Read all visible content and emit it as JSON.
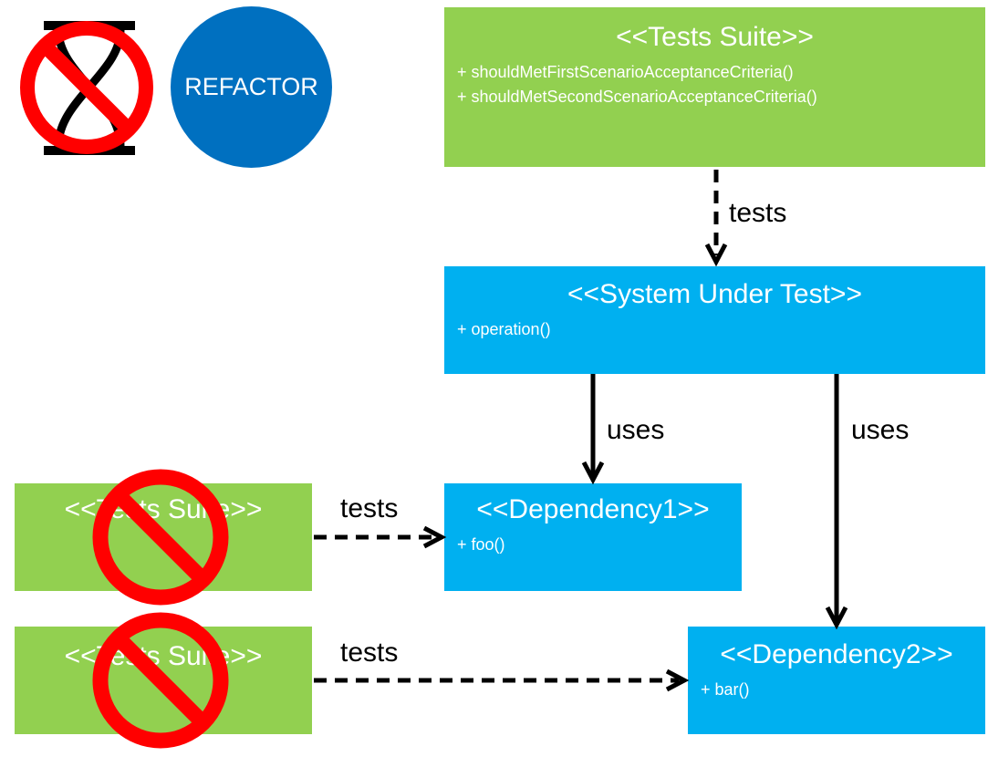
{
  "refactor_badge": {
    "label": "REFACTOR"
  },
  "suite_main": {
    "title": "<<Tests Suite>>",
    "members": [
      "+ shouldMetFirstScenarioAcceptanceCriteria()",
      "+ shouldMetSecondScenarioAcceptanceCriteria()"
    ]
  },
  "sut": {
    "title": "<<System Under Test>>",
    "members": [
      "+ operation()"
    ]
  },
  "dep1": {
    "title": "<<Dependency1>>",
    "members": [
      "+ foo()"
    ]
  },
  "dep2": {
    "title": "<<Dependency2>>",
    "members": [
      "+ bar()"
    ]
  },
  "suite_1": {
    "title": "<<Tests Suite>>"
  },
  "suite_2": {
    "title": "<<Tests Suite>>"
  },
  "edges": {
    "suite_to_sut": "tests",
    "sut_to_dep1": "uses",
    "sut_to_dep2": "uses",
    "suite1_to_dep1": "tests",
    "suite2_to_dep2": "tests"
  },
  "colors": {
    "green": "#92d050",
    "blue": "#00b0f0",
    "dark_blue": "#0070c0",
    "prohibited_red": "#ff0000"
  },
  "icons": {
    "hourglass": "hourglass-icon",
    "prohibited": "prohibited-icon"
  }
}
